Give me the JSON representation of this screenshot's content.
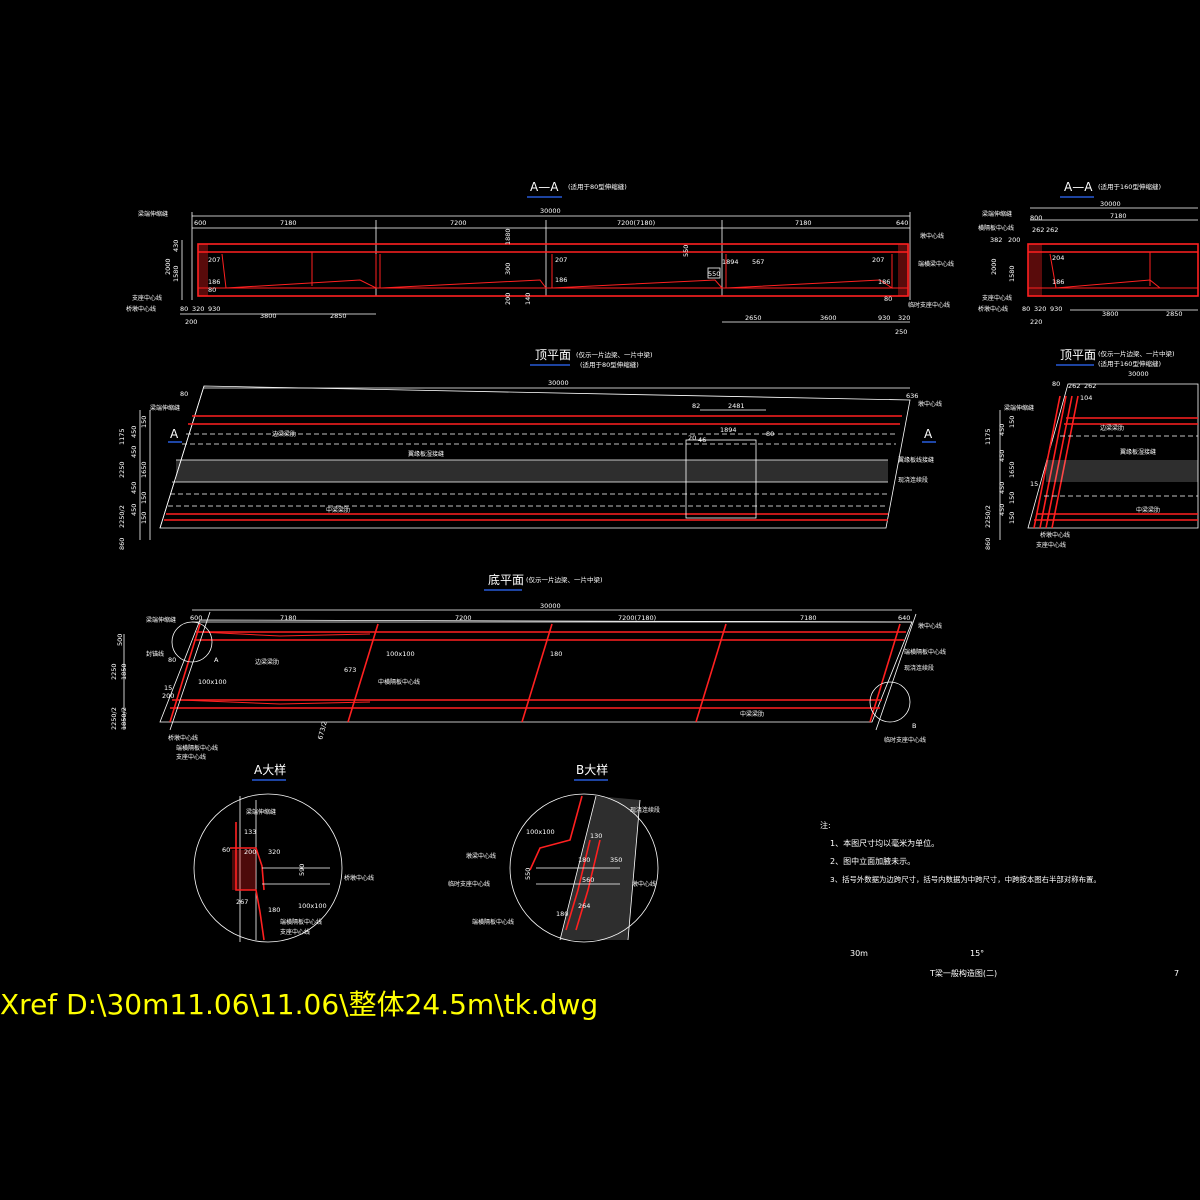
{
  "titles": {
    "aa_main": "A—A",
    "aa_main_note": "(适用于80型伸缩缝)",
    "aa_side": "A—A",
    "aa_side_note": "(适用于160型伸缩缝)",
    "top_main": "顶平面",
    "top_main_note1": "(仅示一片边梁、一片中梁)",
    "top_main_note2": "(适用于80型伸缩缝)",
    "top_side": "顶平面",
    "top_side_note1": "(仅示一片边梁、一片中梁)",
    "top_side_note2": "(适用于160型伸缩缝)",
    "bottom": "底平面",
    "bottom_note": "(仅示一片边梁、一片中梁)",
    "detail_a": "A大样",
    "detail_b": "B大样"
  },
  "aa_main": {
    "total": "30000",
    "spans": [
      "7180",
      "7200",
      "7200(7180)",
      "7180"
    ],
    "end_left": "600",
    "end_right": "640",
    "dims": [
      "2000",
      "1580",
      "430",
      "207",
      "186",
      "80",
      "207",
      "186",
      "300",
      "1880",
      "200",
      "140",
      "550",
      "1894",
      "567",
      "550",
      "207",
      "186",
      "80"
    ],
    "bottom_left": [
      "80",
      "320",
      "930",
      "3800",
      "2850",
      "200"
    ],
    "bottom_right": [
      "2650",
      "3600",
      "930",
      "320",
      "250"
    ],
    "labels": [
      "梁端伸缩缝",
      "支座中心线",
      "桥墩中心线",
      "墩中心线",
      "端横梁中心线",
      "临时支座中心线"
    ]
  },
  "aa_side": {
    "total": "30000",
    "span": "7180",
    "dims": [
      "800",
      "262",
      "262",
      "382",
      "200",
      "204",
      "186",
      "2000",
      "1580",
      "80",
      "320",
      "930",
      "3800",
      "2850",
      "220"
    ],
    "labels": [
      "梁端伸缩缝",
      "横隔板中心线",
      "支座中心线",
      "桥墩中心线"
    ]
  },
  "top_main": {
    "total": "30000",
    "end_left": "80",
    "end_right": "636",
    "dims_top": [
      "82",
      "2481"
    ],
    "dims_mid": [
      "1894",
      "20",
      "46",
      "80"
    ],
    "left_dims": [
      "1175",
      "450",
      "150",
      "2250",
      "450",
      "1650",
      "450",
      "150",
      "2250/2",
      "450",
      "150",
      "860"
    ],
    "marker_left": "A",
    "marker_right": "A",
    "labels": [
      "梁端伸缩缝",
      "边梁梁肋",
      "翼缘板湿接缝",
      "中梁梁肋",
      "墩中心线",
      "翼缘板线接缝",
      "现浇连续段"
    ]
  },
  "top_side": {
    "total": "30000",
    "dims": [
      "80",
      "262",
      "262",
      "104"
    ],
    "left_dims": [
      "1175",
      "450",
      "150",
      "450",
      "1650",
      "450",
      "150",
      "2250/2",
      "450",
      "150",
      "860",
      "15"
    ],
    "labels": [
      "边梁梁肋",
      "翼缘板湿接缝",
      "中梁梁肋",
      "桥墩中心线",
      "支座中心线",
      "梁端伸缩缝"
    ]
  },
  "bottom": {
    "total": "30000",
    "spans": [
      "7180",
      "7200",
      "7200(7180)",
      "7180"
    ],
    "end_left": "600",
    "end_right": "640",
    "left_dims": [
      "500",
      "2250",
      "1850",
      "2250/2",
      "1850/2",
      "200",
      "80",
      "15"
    ],
    "callouts": [
      "100x100",
      "100x100",
      "180",
      "673",
      "673/2"
    ],
    "marker_a": "A",
    "marker_b": "B",
    "labels": [
      "梁端伸缩缝",
      "封锚线",
      "边梁梁肋",
      "中横隔板中心线",
      "桥墩中心线",
      "端横隔板中心线",
      "支座中心线",
      "墩中心线",
      "端横隔板中心线",
      "现浇连续段",
      "中梁梁肋",
      "临时支座中心线"
    ]
  },
  "detail_a": {
    "dims": [
      "133",
      "60",
      "200",
      "320",
      "590",
      "267",
      "180",
      "100x100"
    ],
    "labels": [
      "梁端伸缩缝",
      "桥墩中心线",
      "端横隔板中心线",
      "支座中心线"
    ]
  },
  "detail_b": {
    "dims": [
      "100x100",
      "130",
      "180",
      "350",
      "560",
      "550",
      "264",
      "180"
    ],
    "labels": [
      "现浇连续段",
      "墩梁中心线",
      "临时支座中心线",
      "墩中心线",
      "端横隔板中心线"
    ]
  },
  "notes": {
    "heading": "注:",
    "items": [
      "1、本图尺寸均以毫米为单位。",
      "2、图中立面加腋未示。",
      "3、括号外数据为边跨尺寸，括号内数据为中跨尺寸，中跨按本图右半部对称布置。"
    ]
  },
  "title_block": {
    "span": "30m",
    "skew": "15°",
    "drawing_title": "T梁一般构造图(二)",
    "sheet": "7"
  },
  "xref": "Xref D:\\30m11.06\\11.06\\整体24.5m\\tk.dwg"
}
